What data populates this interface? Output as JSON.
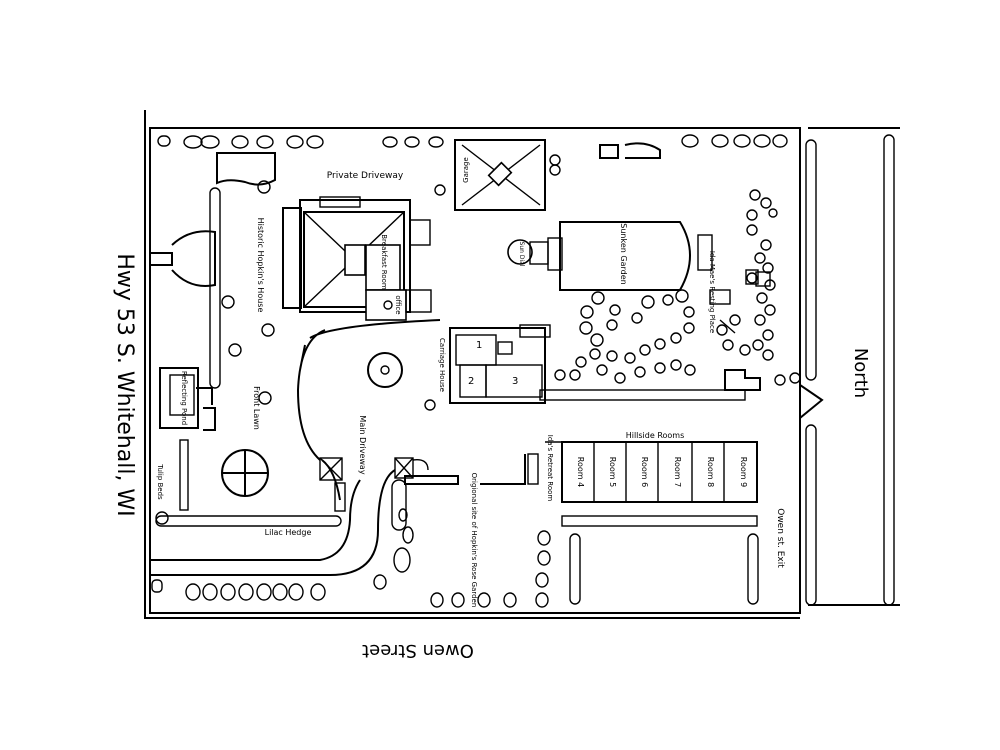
{
  "map": {
    "highway": "Hwy 53 S. Whitehall, WI",
    "street": "Owen Street",
    "north": "North",
    "exit": "Owen st. Exit",
    "private_driveway": "Private Driveway",
    "garage": "Garage",
    "sunken_garden": "Sunken Garden",
    "sun_dial": "Sun Dial",
    "historic_house": "Historic Hopkin's House",
    "breakfast_room": "Breakfast Room",
    "office": "office",
    "resting_place": "Ida Mae's Resting Place",
    "carriage_house": "Carriage House",
    "carriage_units": [
      "1",
      "2",
      "3"
    ],
    "front_lawn": "Front Lawn",
    "reflecting_pond": "Reflecting Pond",
    "main_driveway": "Main Driveway",
    "tulip_beds": "Tulip Beds",
    "lilac_hedge": "Lilac Hedge",
    "retreat_room": "Ida's Retreat Room",
    "rose_garden": "Origional site of Hopkin's Rose Garden",
    "hillside_rooms": "Hillside Rooms",
    "rooms": [
      "Room 4",
      "Room 5",
      "Room 6",
      "Room 7",
      "Room 8",
      "Room 9"
    ]
  }
}
